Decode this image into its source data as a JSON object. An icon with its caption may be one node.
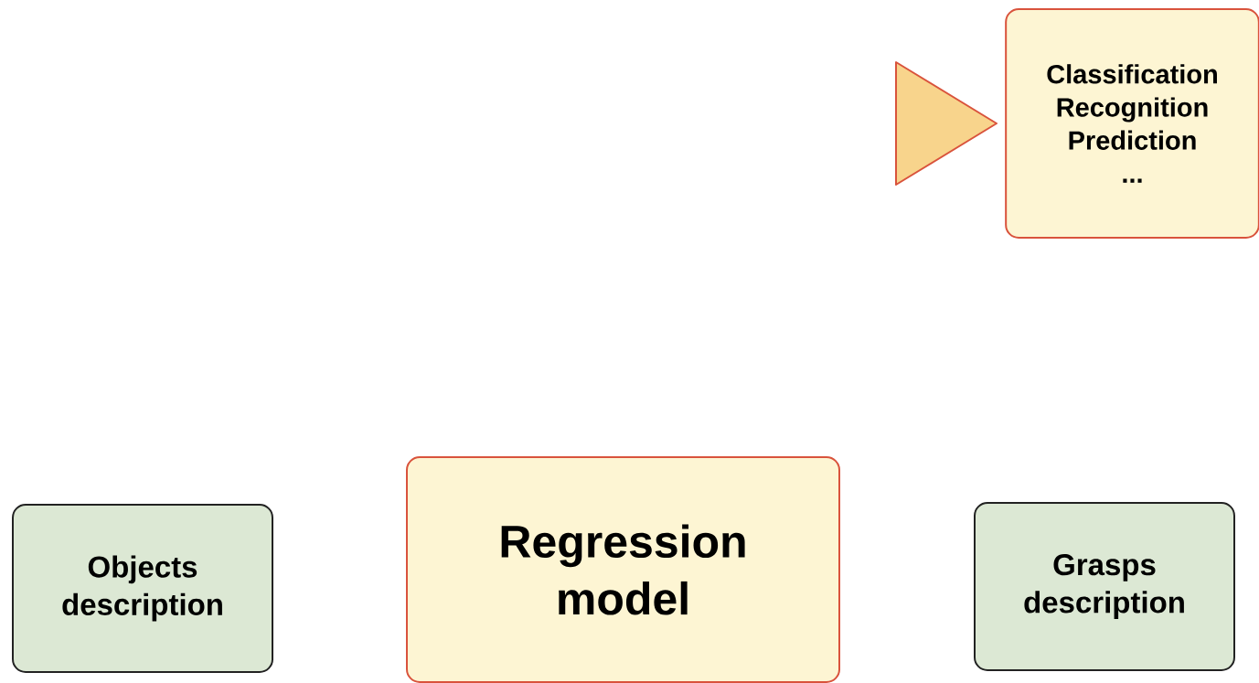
{
  "diagram": {
    "nodes": [
      {
        "text": [],
        "shape": "triangle"
      },
      {
        "text": [
          "Classification",
          "Recognition",
          "Prediction",
          "..."
        ]
      },
      {
        "text": [
          "Objects description"
        ]
      },
      {
        "text": [
          "Regression model"
        ]
      },
      {
        "text": [
          "Grasps description"
        ]
      }
    ]
  }
}
